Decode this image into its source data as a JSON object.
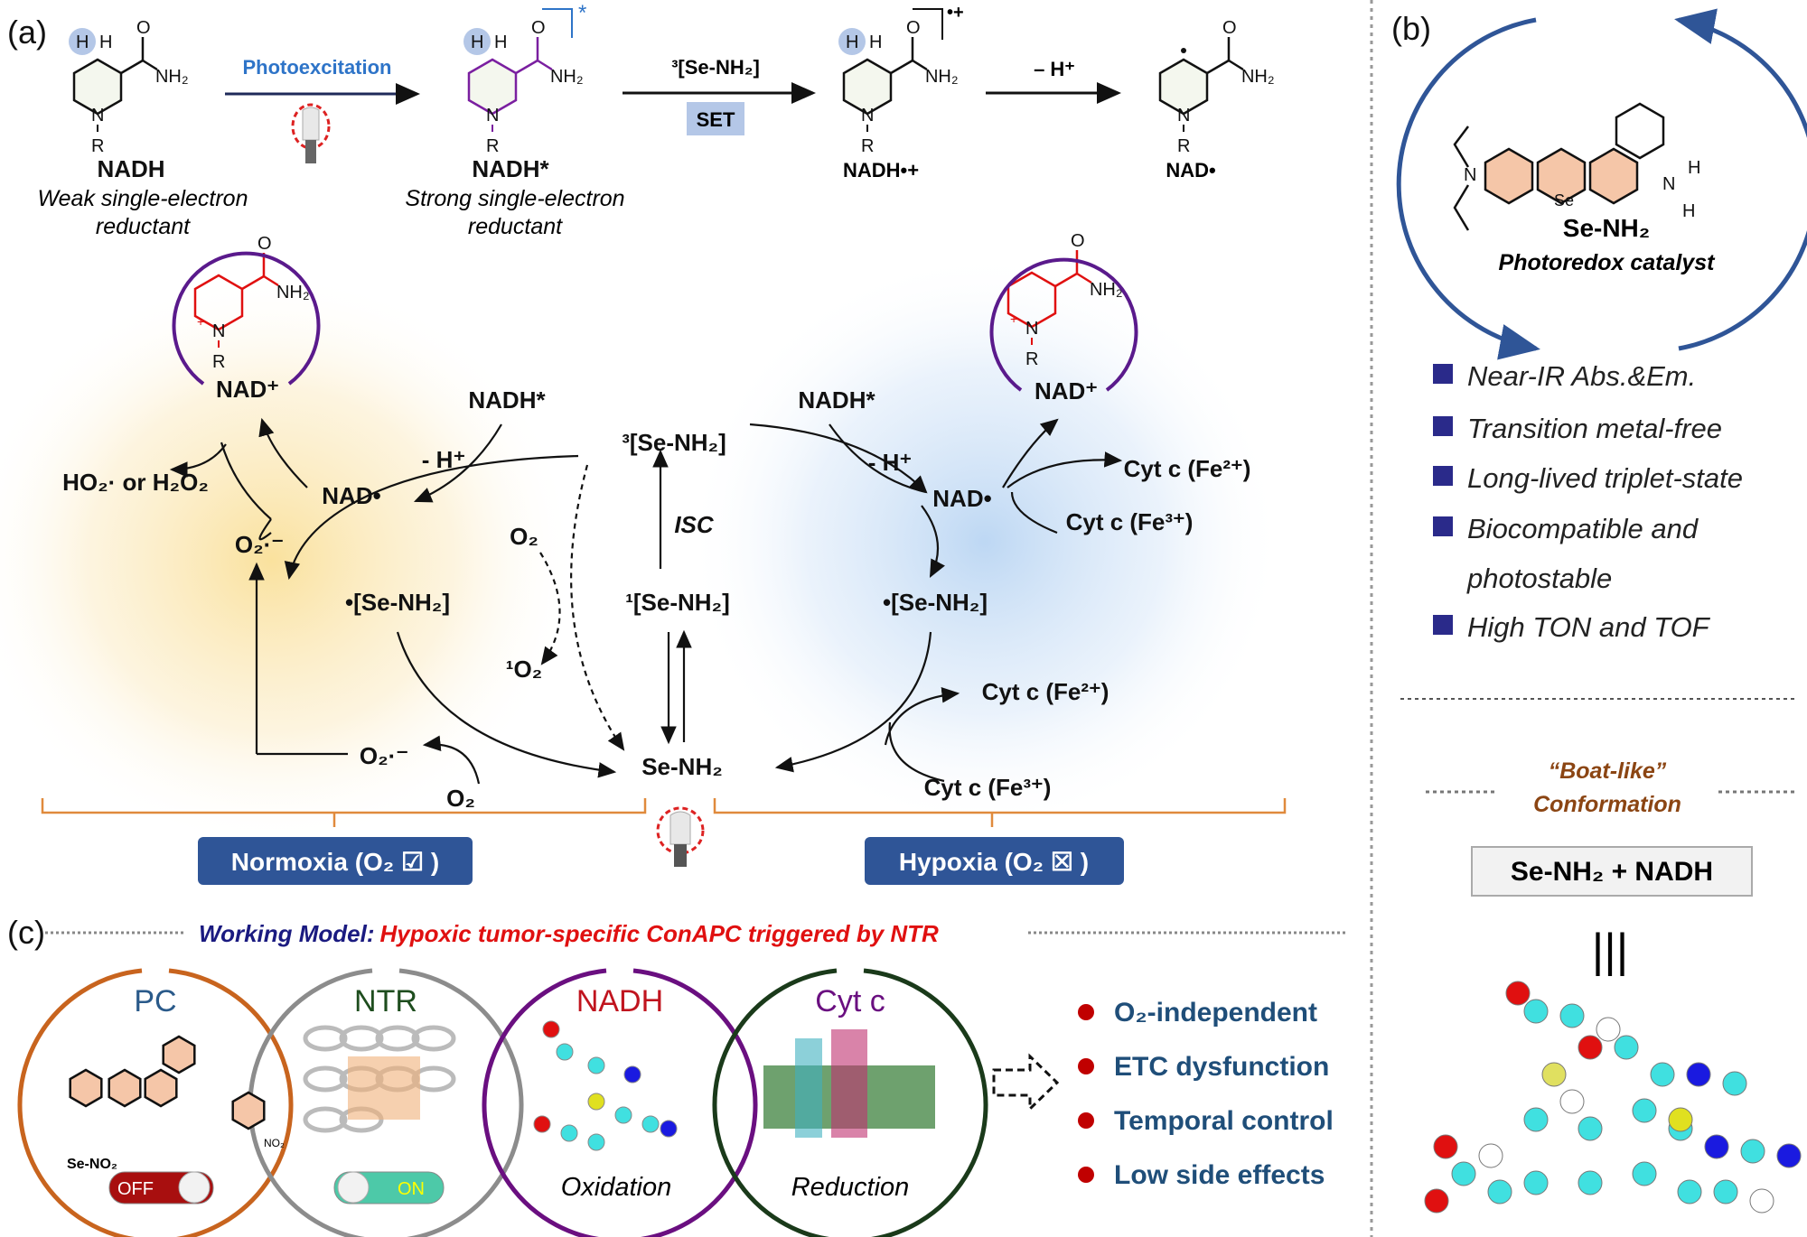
{
  "panels": {
    "a": "(a)",
    "b": "(b)",
    "c": "(c)"
  },
  "atoms": {
    "H": "H",
    "O": "O",
    "NH2": "NH₂",
    "N": "N",
    "R": "R",
    "Np": "N",
    "plus": "+",
    "Se": "Se"
  },
  "top_row": {
    "nadh": {
      "name": "NADH",
      "desc1": "Weak single-electron",
      "desc2": "reductant"
    },
    "step1": {
      "label": "Photoexcitation"
    },
    "nadh_star": {
      "name": "NADH*",
      "desc1": "Strong single-electron",
      "desc2": "reductant",
      "charge": "*"
    },
    "step2": {
      "label": "³[Se-NH₂]",
      "box": "SET"
    },
    "nadh_radcat": {
      "name": "NADH•+",
      "charge": "•+"
    },
    "step3": {
      "label": "– H⁺"
    },
    "nad_rad": {
      "name": "NAD•"
    }
  },
  "cycle": {
    "left_nad_plus": "NAD⁺",
    "right_nad_plus": "NAD⁺",
    "left_nadh_star": "NADH*",
    "right_nadh_star": "NADH*",
    "left_minus_h": "- H⁺",
    "right_minus_h": "- H⁺",
    "left_nad_rad": "NAD•",
    "right_nad_rad": "NAD•",
    "ho2": "HO₂· or H₂O₂",
    "superoxide_top": "O₂·⁻",
    "superoxide_bottom": "O₂·⁻",
    "left_se_rad": "•[Se-NH₂]",
    "right_se_rad": "•[Se-NH₂]",
    "o2_mid": "O₂",
    "o2_bottom": "O₂",
    "singlet_o2": "¹O₂",
    "triplet_se": "³[Se-NH₂]",
    "isc": "ISC",
    "singlet_se": "¹[Se-NH₂]",
    "se_nh2": "Se-NH₂",
    "cyt_fe2_top": "Cyt c (Fe²⁺)",
    "cyt_fe3_top": "Cyt c (Fe³⁺)",
    "cyt_fe2_bottom": "Cyt c (Fe²⁺)",
    "cyt_fe3_bottom": "Cyt c (Fe³⁺)",
    "normoxia": "Normoxia (O₂ ☑ )",
    "hypoxia": "Hypoxia (O₂ ☒ )"
  },
  "panel_b": {
    "molecule_name": "Se-NH₂",
    "molecule_role": "Photoredox catalyst",
    "features": [
      "Near-IR Abs.&Em.",
      "Transition metal-free",
      "Long-lived triplet-state",
      "Biocompatible and",
      "photostable",
      "High TON and TOF"
    ],
    "conformation1": "“Boat-like”",
    "conformation2": "Conformation",
    "complex": "Se-NH₂ + NADH",
    "equiv": "|||"
  },
  "panel_c": {
    "title_prefix": "Working Model:",
    "title_main": "Hypoxic tumor-specific ConAPC triggered by NTR",
    "circles": [
      {
        "label": "PC",
        "color": "#c8641e",
        "label_color": "#2a5a8a"
      },
      {
        "label": "NTR",
        "color": "#8c8c8c",
        "label_color": "#1e4d1e"
      },
      {
        "label": "NADH",
        "color": "#6a0f80",
        "label_color": "#c0141e"
      },
      {
        "label": "Cyt c",
        "color": "#1a3a1a",
        "label_color": "#6a0f80"
      }
    ],
    "prodrug": "Se-NO₂",
    "nitro": "NO₂",
    "switch_off": "OFF",
    "switch_on": "ON",
    "oxidation": "Oxidation",
    "reduction": "Reduction",
    "outcomes": [
      "O₂-independent",
      "ETC dysfunction",
      "Temporal control",
      "Low side effects"
    ]
  },
  "colors": {
    "box_blue": "#2f5597",
    "accent_purple": "#6a0f80",
    "bracket_orange": "#e08a3c",
    "bullet_navy": "#2a2a8a",
    "bullet_red": "#c00000"
  }
}
